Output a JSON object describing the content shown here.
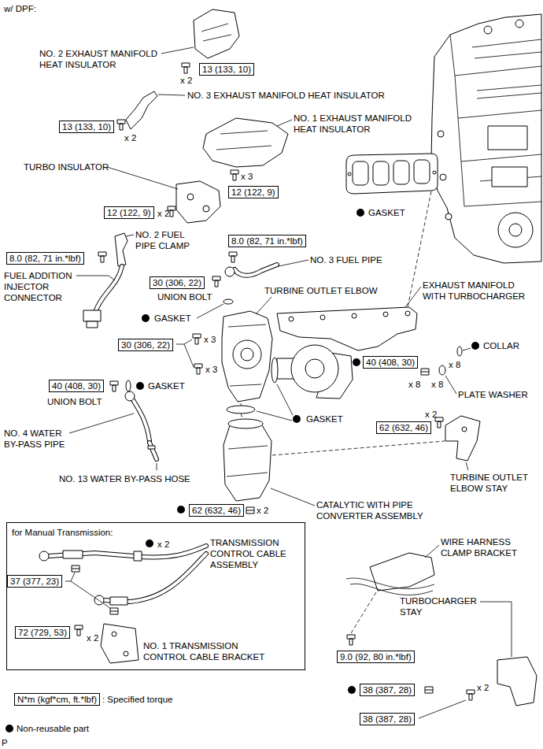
{
  "diagram": {
    "nodes": [
      {
        "text": [
          "13 (133, 10)"
        ]
      },
      {
        "text": [
          "13 (133, 10)"
        ]
      },
      {
        "text": [
          "12 (122, 9)"
        ]
      },
      {
        "text": [
          "12 (122, 9)"
        ]
      },
      {
        "text": [
          "8.0 (82, 71 in.*lbf)"
        ]
      },
      {
        "text": [
          "8.0 (82, 71 in.*lbf)"
        ]
      },
      {
        "text": [
          "30 (306, 22)"
        ]
      },
      {
        "text": [
          "30 (306, 22)"
        ]
      },
      {
        "text": [
          "40 (408, 30)"
        ]
      },
      {
        "text": [
          "40 (408, 30)"
        ]
      },
      {
        "text": [
          "62 (632, 46)"
        ]
      },
      {
        "text": [
          "62 (632, 46)"
        ]
      },
      {
        "text": [
          "for Manual Transmission:"
        ]
      },
      {
        "text": [
          "37 (377, 23)"
        ],
        "in": 12
      },
      {
        "text": [
          "72 (729, 53)"
        ],
        "in": 12
      },
      {
        "text": [
          "9.0 (92, 80 in.*lbf)"
        ]
      },
      {
        "text": [
          "38 (387, 28)"
        ]
      },
      {
        "text": [
          "N*m (kgf*cm, ft.*lbf)"
        ]
      },
      {
        "text": [
          "38 (387, 28)"
        ]
      }
    ],
    "labels": [
      "w/ DPF:",
      "NO. 2 EXHAUST MANIFOLD HEAT INSULATOR",
      "x 2",
      "NO. 3 EXHAUST MANIFOLD HEAT INSULATOR",
      "x 2",
      "NO. 1 EXHAUST MANIFOLD HEAT INSULATOR",
      "TURBO INSULATOR",
      "x 3",
      "x 2",
      "GASKET",
      "NO. 2 FUEL PIPE CLAMP",
      "NO. 3 FUEL PIPE",
      "FUEL ADDITION INJECTOR CONNECTOR",
      "UNION BOLT",
      "TURBINE OUTLET ELBOW",
      "EXHAUST MANIFOLD WITH TURBOCHARGER",
      "GASKET",
      "x 3",
      "COLLAR",
      "x 3",
      "x 8",
      "x 8",
      "x 8",
      "PLATE WASHER",
      "UNION BOLT",
      "GASKET",
      "x 2",
      "GASKET",
      "NO. 4 WATER BY-PASS PIPE",
      "NO. 13 WATER BY-PASS HOSE",
      "TURBINE OUTLET ELBOW STAY",
      "CATALYTIC WITH PIPE CONVERTER ASSEMBLY",
      "x 2",
      "x 2",
      "TRANSMISSION CONTROL CABLE ASSEMBLY",
      "WIRE HARNESS CLAMP BRACKET",
      "TURBOCHARGER STAY",
      "x 2",
      "NO. 1 TRANSMISSION CONTROL CABLE BRACKET",
      "x 2",
      "P"
    ],
    "legend": [
      {
        "text": ": Specified torque"
      },
      {
        "text": "Non-reusable part",
        "color": "#000000"
      }
    ]
  }
}
